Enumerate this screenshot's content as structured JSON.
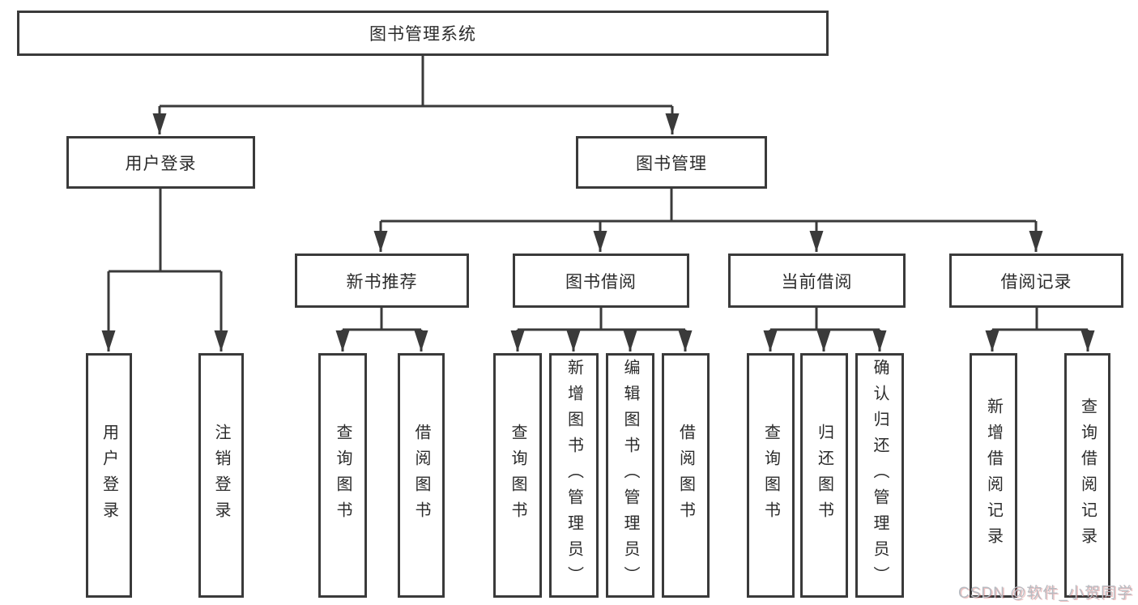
{
  "diagram": {
    "type": "tree",
    "root": {
      "label": "图书管理系统"
    },
    "level2": [
      {
        "id": "user-login",
        "parent": "图书管理系统",
        "label": "用户登录"
      },
      {
        "id": "book-management",
        "parent": "图书管理系统",
        "label": "图书管理"
      }
    ],
    "level3": [
      {
        "id": "new-book-recommend",
        "parent": "图书管理",
        "label": "新书推荐"
      },
      {
        "id": "book-borrowing",
        "parent": "图书管理",
        "label": "图书借阅"
      },
      {
        "id": "current-borrowing",
        "parent": "图书管理",
        "label": "当前借阅"
      },
      {
        "id": "borrowing-records",
        "parent": "图书管理",
        "label": "借阅记录"
      }
    ],
    "leaves": [
      {
        "parent": "用户登录",
        "label": "用户登录"
      },
      {
        "parent": "用户登录",
        "label": "注销登录"
      },
      {
        "parent": "新书推荐",
        "label": "查询图书"
      },
      {
        "parent": "新书推荐",
        "label": "借阅图书"
      },
      {
        "parent": "图书借阅",
        "label": "查询图书"
      },
      {
        "parent": "图书借阅",
        "label": "新增图书（管理员）"
      },
      {
        "parent": "图书借阅",
        "label": "编辑图书（管理员）"
      },
      {
        "parent": "图书借阅",
        "label": "借阅图书"
      },
      {
        "parent": "当前借阅",
        "label": "查询图书"
      },
      {
        "parent": "当前借阅",
        "label": "归还图书"
      },
      {
        "parent": "当前借阅",
        "label": "确认归还（管理员）"
      },
      {
        "parent": "借阅记录",
        "label": "新增借阅记录"
      },
      {
        "parent": "借阅记录",
        "label": "查询借阅记录"
      }
    ],
    "watermark": "CSDN @软件_小贺同学",
    "colors": {
      "line": "#3a3a3a",
      "box_border": "#3a3a3a",
      "box_fill": "#ffffff",
      "text": "#2b2b2b",
      "watermark": "#b7bbc1"
    }
  }
}
